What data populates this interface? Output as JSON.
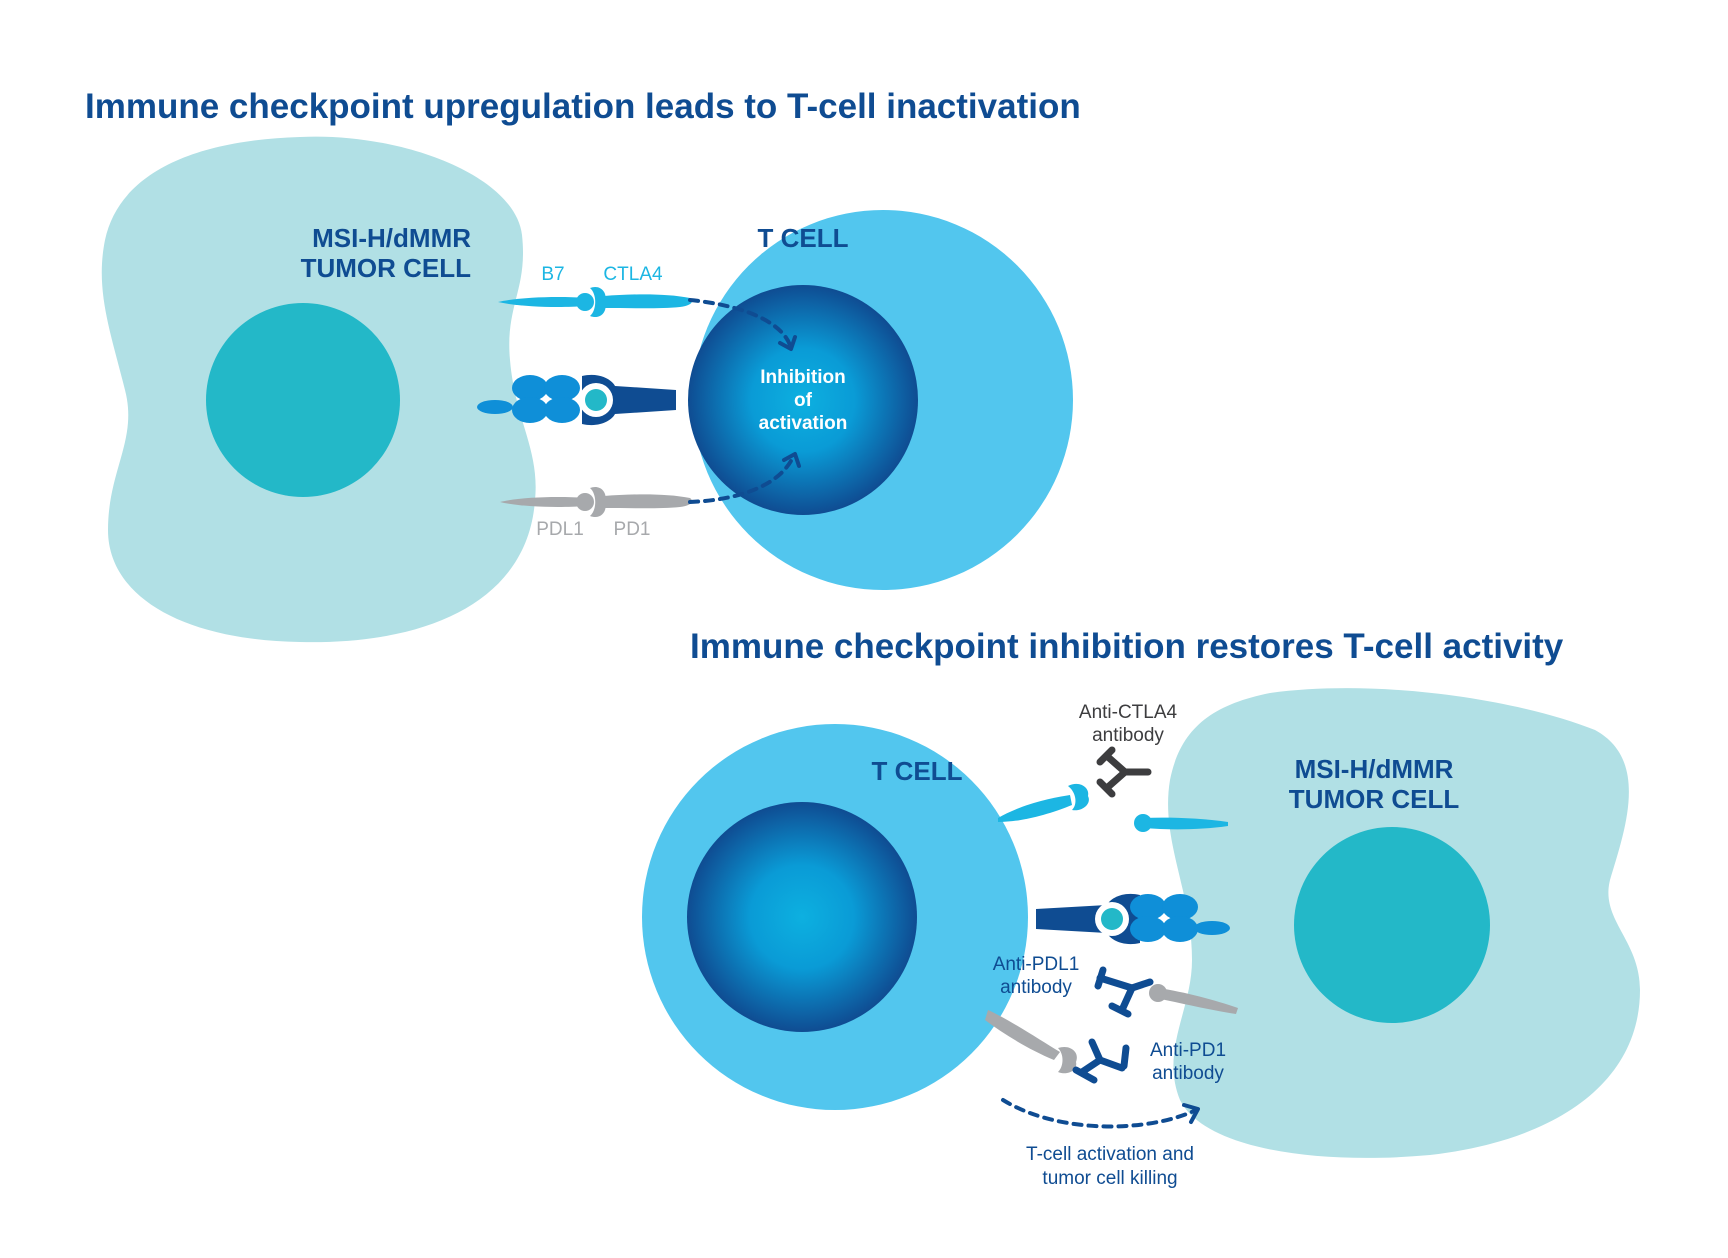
{
  "colors": {
    "dark_blue": "#0f4c92",
    "tumor_cell": "#b1e0e5",
    "tumor_nucleus": "#23b8c8",
    "t_cell": "#52c6ee",
    "t_nucleus_center": "#0db0e0",
    "t_nucleus_edge": "#0f4c92",
    "ctla4_color": "#1cb6e3",
    "pd1_color": "#a7a9ac",
    "mhc_color": "#0f8fd8",
    "anti_ctla4_color": "#3d3d3f",
    "antibody_blue": "#0f4c92"
  },
  "top_panel": {
    "title": "Immune checkpoint upregulation leads to T-cell inactivation",
    "tumor_cell_label_line1": "MSI-H/dMMR",
    "tumor_cell_label_line2": "TUMOR CELL",
    "t_cell_label": "T CELL",
    "b7_label": "B7",
    "ctla4_label": "CTLA4",
    "pdl1_label": "PDL1",
    "pd1_label": "PD1",
    "inhibition_line1": "Inhibition",
    "inhibition_line2": "of",
    "inhibition_line3": "activation"
  },
  "bottom_panel": {
    "title": "Immune checkpoint inhibition restores T-cell activity",
    "t_cell_label": "T CELL",
    "tumor_cell_label_line1": "MSI-H/dMMR",
    "tumor_cell_label_line2": "TUMOR CELL",
    "anti_ctla4_line1": "Anti-CTLA4",
    "anti_ctla4_line2": "antibody",
    "anti_pdl1_line1": "Anti-PDL1",
    "anti_pdl1_line2": "antibody",
    "anti_pd1_line1": "Anti-PD1",
    "anti_pd1_line2": "antibody",
    "activation_line1": "T-cell activation and",
    "activation_line2": "tumor cell killing"
  },
  "icons": [
    "b7-ligand-icon",
    "ctla4-receptor-icon",
    "mhc-tcr-complex-icon",
    "pdl1-ligand-icon",
    "pd1-receptor-icon",
    "anti-ctla4-antibody-icon",
    "anti-pdl1-antibody-icon",
    "anti-pd1-antibody-icon",
    "dashed-arrow-icon"
  ]
}
